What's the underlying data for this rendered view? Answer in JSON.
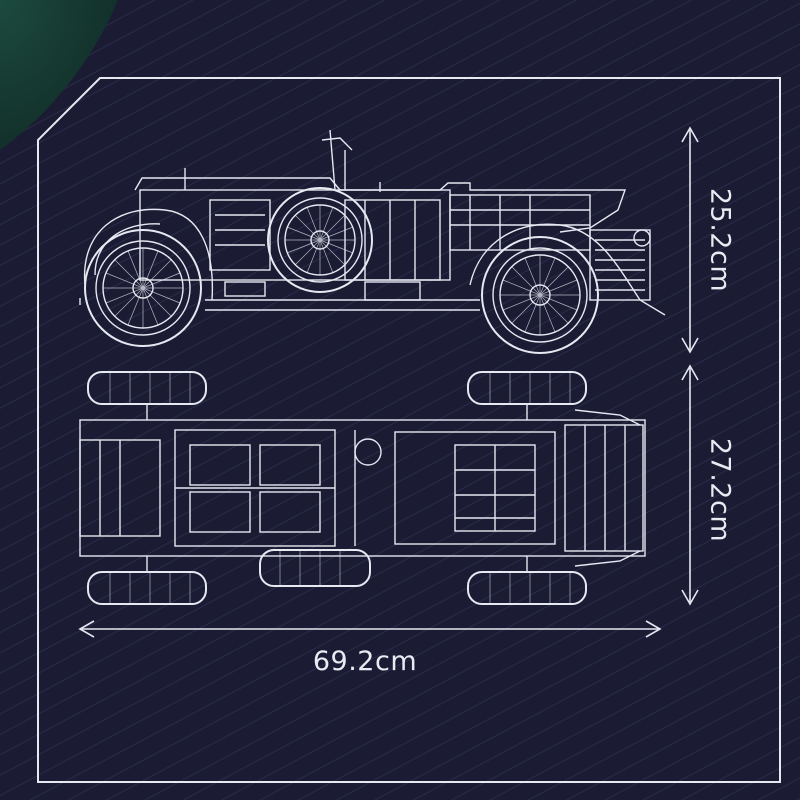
{
  "colors": {
    "background": "#1b1c33",
    "corner_accent": "#14322c",
    "line": "#e6e8f2"
  },
  "dimensions": {
    "length": "69.2cm",
    "height_side": "25.2cm",
    "width_top": "27.2cm"
  }
}
